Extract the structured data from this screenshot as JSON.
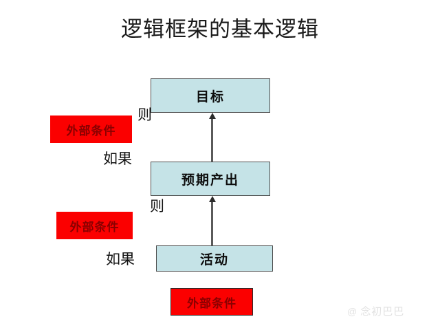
{
  "page": {
    "title": "逻辑框架的基本逻辑",
    "background_color": "#ffffff"
  },
  "theme": {
    "node_fill": "#c5e3e7",
    "node_border": "#4c4c4c",
    "external_fill": "#fb0000",
    "external_text": "#8a0000",
    "arrow_color": "#2b2b2b",
    "text_color": "#0d0d0d"
  },
  "diagram": {
    "type": "vertical-logic-chain",
    "main_nodes": [
      {
        "id": "goal",
        "label": "目标",
        "level": 3
      },
      {
        "id": "output",
        "label": "预期产出",
        "level": 2
      },
      {
        "id": "activity",
        "label": "活动",
        "level": 1
      }
    ],
    "external_nodes": [
      {
        "id": "ext-top",
        "label": "外部条件"
      },
      {
        "id": "ext-mid",
        "label": "外部条件"
      },
      {
        "id": "ext-bottom",
        "label": "外部条件"
      }
    ],
    "connectors": [
      {
        "id": "arrow-output-goal",
        "from": "output",
        "to": "goal",
        "direction": "up"
      },
      {
        "id": "arrow-activity-output",
        "from": "activity",
        "to": "output",
        "direction": "up"
      }
    ],
    "connective_labels": [
      {
        "id": "then-1",
        "text": "则"
      },
      {
        "id": "if-1",
        "text": "如果"
      },
      {
        "id": "then-2",
        "text": "则"
      },
      {
        "id": "if-2",
        "text": "如果"
      }
    ]
  },
  "watermark": {
    "mark": "@",
    "text": "念初巴巴"
  }
}
